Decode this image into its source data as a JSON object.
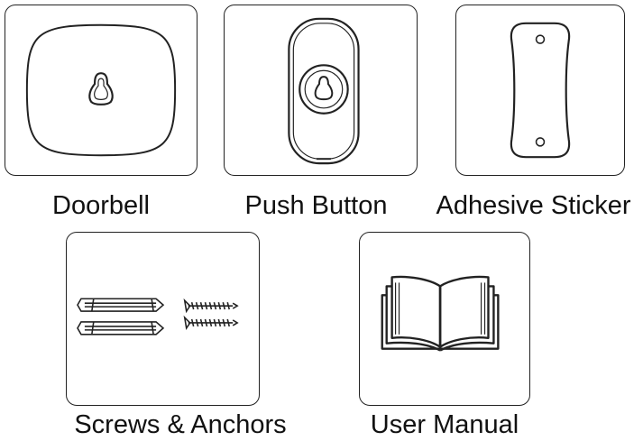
{
  "items": [
    {
      "label": "Doorbell",
      "icon": "doorbell-icon"
    },
    {
      "label": "Push Button",
      "icon": "push-button-icon"
    },
    {
      "label": "Adhesive Sticker",
      "icon": "adhesive-sticker-icon"
    },
    {
      "label": "Screws & Anchors",
      "icon": "screws-anchors-icon"
    },
    {
      "label": "User Manual",
      "icon": "user-manual-icon"
    }
  ],
  "colors": {
    "stroke": "#222222",
    "background": "#ffffff"
  }
}
